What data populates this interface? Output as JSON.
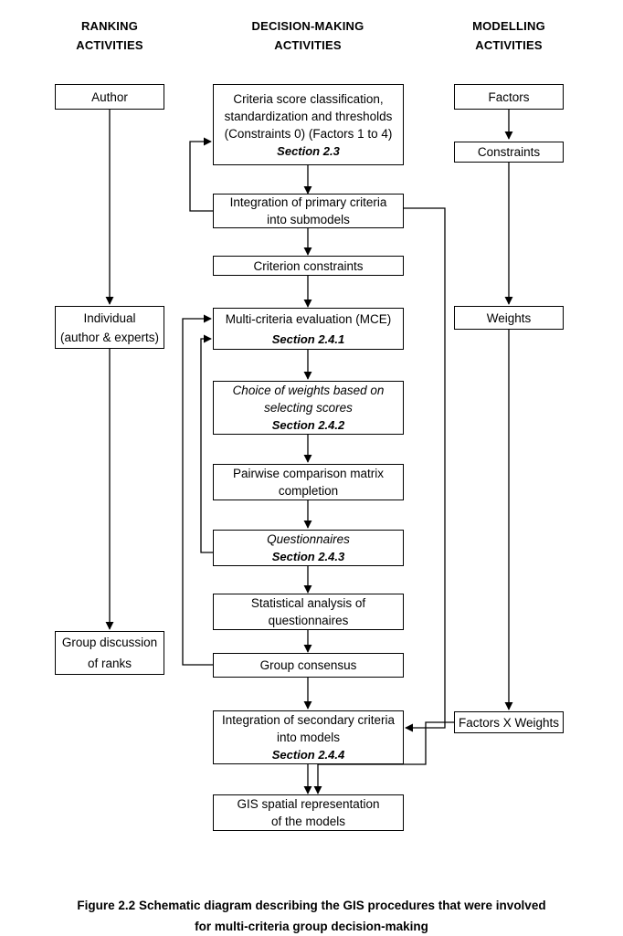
{
  "figure": {
    "caption_line1": "Figure 2.2 Schematic diagram describing the GIS procedures that were involved",
    "caption_line2": "for multi-criteria group decision-making",
    "line_color": "#000000",
    "background_color": "#ffffff"
  },
  "columns": [
    {
      "id": "ranking",
      "heading_line1": "RANKING",
      "heading_line2": "ACTIVITIES"
    },
    {
      "id": "decision",
      "heading_line1": "DECISION-MAKING",
      "heading_line2": "ACTIVITIES"
    },
    {
      "id": "modelling",
      "heading_line1": "MODELLING",
      "heading_line2": "ACTIVITIES"
    }
  ],
  "nodes": {
    "author": {
      "lines": [
        "Author"
      ]
    },
    "individual": {
      "lines": [
        "Individual",
        "(author & experts)"
      ]
    },
    "group_discussion": {
      "lines": [
        "Group discussion",
        "of ranks"
      ]
    },
    "criteria_score": {
      "lines": [
        "Criteria score classification,",
        "standardization and thresholds",
        "(Constraints 0) (Factors 1 to 4)"
      ],
      "section": "Section 2.3"
    },
    "integration_primary": {
      "lines": [
        "Integration of primary criteria",
        "into submodels"
      ]
    },
    "criterion_constraints": {
      "lines": [
        "Criterion constraints"
      ]
    },
    "mce": {
      "lines": [
        "Multi-criteria evaluation (MCE)"
      ],
      "section": "Section 2.4.1"
    },
    "choice_weights": {
      "lines_italic": [
        "Choice of weights based on",
        "selecting scores"
      ],
      "section": "Section 2.4.2"
    },
    "pairwise": {
      "lines": [
        "Pairwise comparison matrix",
        "completion"
      ]
    },
    "questionnaires": {
      "lines_italic": [
        "Questionnaires"
      ],
      "section": "Section 2.4.3"
    },
    "statistical": {
      "lines": [
        "Statistical analysis of",
        "questionnaires"
      ]
    },
    "group_consensus": {
      "lines": [
        "Group consensus"
      ]
    },
    "integration_secondary": {
      "lines": [
        "Integration of secondary criteria",
        "into models"
      ],
      "section": "Section 2.4.4"
    },
    "gis": {
      "lines": [
        "GIS spatial representation",
        "of the models"
      ]
    },
    "factors": {
      "lines": [
        "Factors"
      ]
    },
    "constraints": {
      "lines": [
        "Constraints"
      ]
    },
    "weights": {
      "lines": [
        "Weights"
      ]
    },
    "factors_x_weights": {
      "lines": [
        "Factors X Weights"
      ]
    }
  }
}
